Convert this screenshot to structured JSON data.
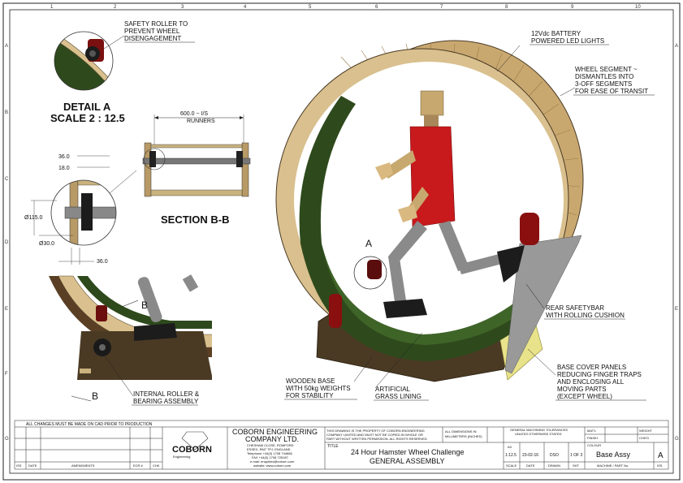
{
  "grid": {
    "columns": [
      "1",
      "2",
      "3",
      "4",
      "5",
      "6",
      "7",
      "8",
      "9",
      "10"
    ],
    "rows": [
      "A",
      "B",
      "C",
      "D",
      "E",
      "F",
      "G"
    ]
  },
  "detail": {
    "title": "DETAIL A",
    "scale": "SCALE 2 : 12.5",
    "safety_roller": [
      "SAFETY ROLLER TO",
      "PREVENT WHEEL",
      "DISENGAGEMENT"
    ]
  },
  "section": {
    "title": "SECTION B-B",
    "runners": [
      "600.0 ~ I/S",
      "RUNNERS"
    ],
    "dim_36_top": "36.0",
    "dim_18": "18.0",
    "dim_115": "Ø115.0",
    "dim_30": "Ø30.0",
    "dim_36_bottom": "36.0"
  },
  "callouts": {
    "battery": [
      "12Vdc BATTERY",
      "POWERED LED LIGHTS"
    ],
    "segment": [
      "WHEEL SEGMENT ~",
      "DISMANTLES INTO",
      "3-OFF SEGMENTS",
      "FOR EASE OF TRANSIT"
    ],
    "a_marker": "A",
    "rear_safety": [
      "REAR SAFETYBAR",
      "WITH ROLLING CUSHION"
    ],
    "base_cover": [
      "BASE COVER PANELS",
      "REDUCING FINGER TRAPS",
      "AND ENCLOSING ALL",
      "MOVING PARTS",
      "(EXCEPT WHEEL)"
    ],
    "wooden_base": [
      "WOODEN BASE",
      "WITH 50kg WEIGHTS",
      "FOR STABILITY"
    ],
    "grass": [
      "ARTIFICIAL",
      "GRASS LINING"
    ],
    "internal_roller": [
      "INTERNAL ROLLER &",
      "BEARING ASSEMBLY"
    ],
    "b_marker": "B"
  },
  "title_block": {
    "changes_note": "ALL CHANGES MUST BE MADE ON CAD PRIOR TO PRODUCTION",
    "rev_headers": [
      "ISS",
      "DATE",
      "AMENDMENTS",
      "ECR #",
      "CHK"
    ],
    "logo_text": "COBORN",
    "logo_sub": "Engineering",
    "company": [
      "COBORN ENGINEERING",
      "COMPANY LTD."
    ],
    "address": [
      "CHESHAM CLOSE, ROMFORD",
      "ESSEX, RM7 7PJ, ENGLAND",
      "Telephone +44(0) 1708 744666",
      "FAX +44(0) 1708 725187",
      "e-mail: enquiries@coborn.com",
      "website: www.coborn.com"
    ],
    "property_note": [
      "THIS DRAWING IS THE PROPERTY OF COBORN ENGINEERING",
      "COMPANY LIMITED AND MUST NOT BE COPIED IN WHOLE OR",
      "PART WITHOUT WRITTEN PERMISSION. ALL RIGHTS RESERVED"
    ],
    "dims_note": [
      "ALL DIMENSIONS IN",
      "MILLIMETERS (INCHES)"
    ],
    "title_label": "TITLE",
    "drawing_title": [
      "24 Hour Hamster Wheel Challenge",
      "GENERAL ASSEMBLY"
    ],
    "tolerances": "GENERAL MACHINING TOLERANCES",
    "unless": "UNLESS OTHERWISE STATED",
    "matl": "MAT'L",
    "finish": "FINISH",
    "colour": "COLOUR",
    "weight": "WEIGHT",
    "chkd": "CHK'D",
    "scale_value": "1:12.5",
    "scale_lbl": "A3",
    "date_value": "23-02-16",
    "drawn_value": "DSO",
    "sht_value": "1 OF 3",
    "part_title": "Base Assy",
    "iss_value": "A",
    "footer": [
      "SCALE",
      "DATE",
      "DRAWN",
      "SHT",
      "MACHINE / PART No.",
      "ISS"
    ]
  },
  "colors": {
    "wood": "#d9c08e",
    "wood_dark": "#4a3a24",
    "grass": "#2e4a1c",
    "body_red": "#c8191c",
    "limb_grey": "#8a8a8a",
    "cover": "#e8e28a"
  }
}
